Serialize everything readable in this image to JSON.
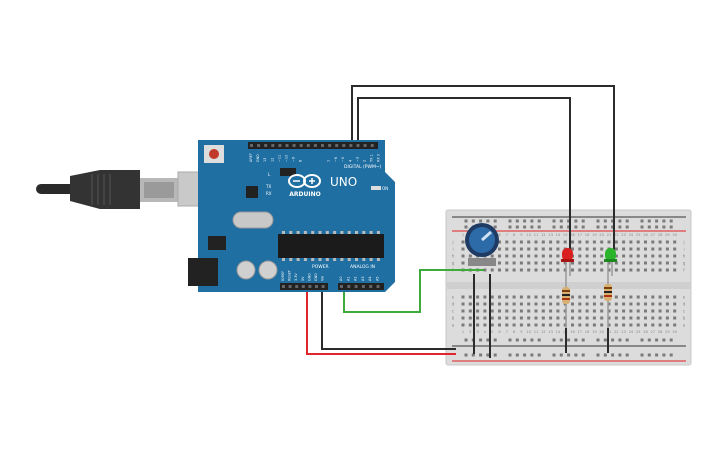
{
  "board": {
    "brand": "ARDUINO",
    "model": "UNO",
    "digital_label": "DIGITAL (PWM~)",
    "power_label": "POWER",
    "analog_label": "ANALOG IN",
    "tx_label": "TX",
    "rx_label": "RX",
    "l_label": "L",
    "on_label": "ON",
    "aref_label": "AREF",
    "gnd_label": "GND",
    "power_pins": [
      "IOREF",
      "RESET",
      "3.3V",
      "5V",
      "GND",
      "GND",
      "Vin"
    ],
    "analog_pins": [
      "A0",
      "A1",
      "A2",
      "A3",
      "A4",
      "A5"
    ],
    "digital_pins_left": [
      "13",
      "12",
      "~11",
      "~10",
      "~9",
      "8"
    ],
    "digital_pins_right": [
      "7",
      "~6",
      "~5",
      "4",
      "~3",
      "2",
      "TX 1",
      "RX 0"
    ]
  },
  "breadboard": {
    "row_letters_top": [
      "j",
      "i",
      "h",
      "g",
      "f"
    ],
    "row_letters_bottom": [
      "e",
      "d",
      "c",
      "b",
      "a"
    ],
    "column_numbers": [
      "1",
      "2",
      "3",
      "4",
      "5",
      "6",
      "7",
      "8",
      "9",
      "10",
      "11",
      "12",
      "13",
      "14",
      "15",
      "16",
      "17",
      "18",
      "19",
      "20",
      "21",
      "22",
      "23",
      "24",
      "25",
      "26",
      "27",
      "28",
      "29",
      "30"
    ]
  },
  "colors": {
    "board": "#1f6fa3",
    "wire_black": "#2b2b2b",
    "wire_red": "#e0262a",
    "wire_green": "#3daa3a",
    "led_red": "#d91f1f",
    "led_green": "#2bb32b"
  },
  "icons": [
    "usb-cable-icon",
    "potentiometer-icon",
    "red-led-icon",
    "green-led-icon",
    "resistor-icon"
  ]
}
